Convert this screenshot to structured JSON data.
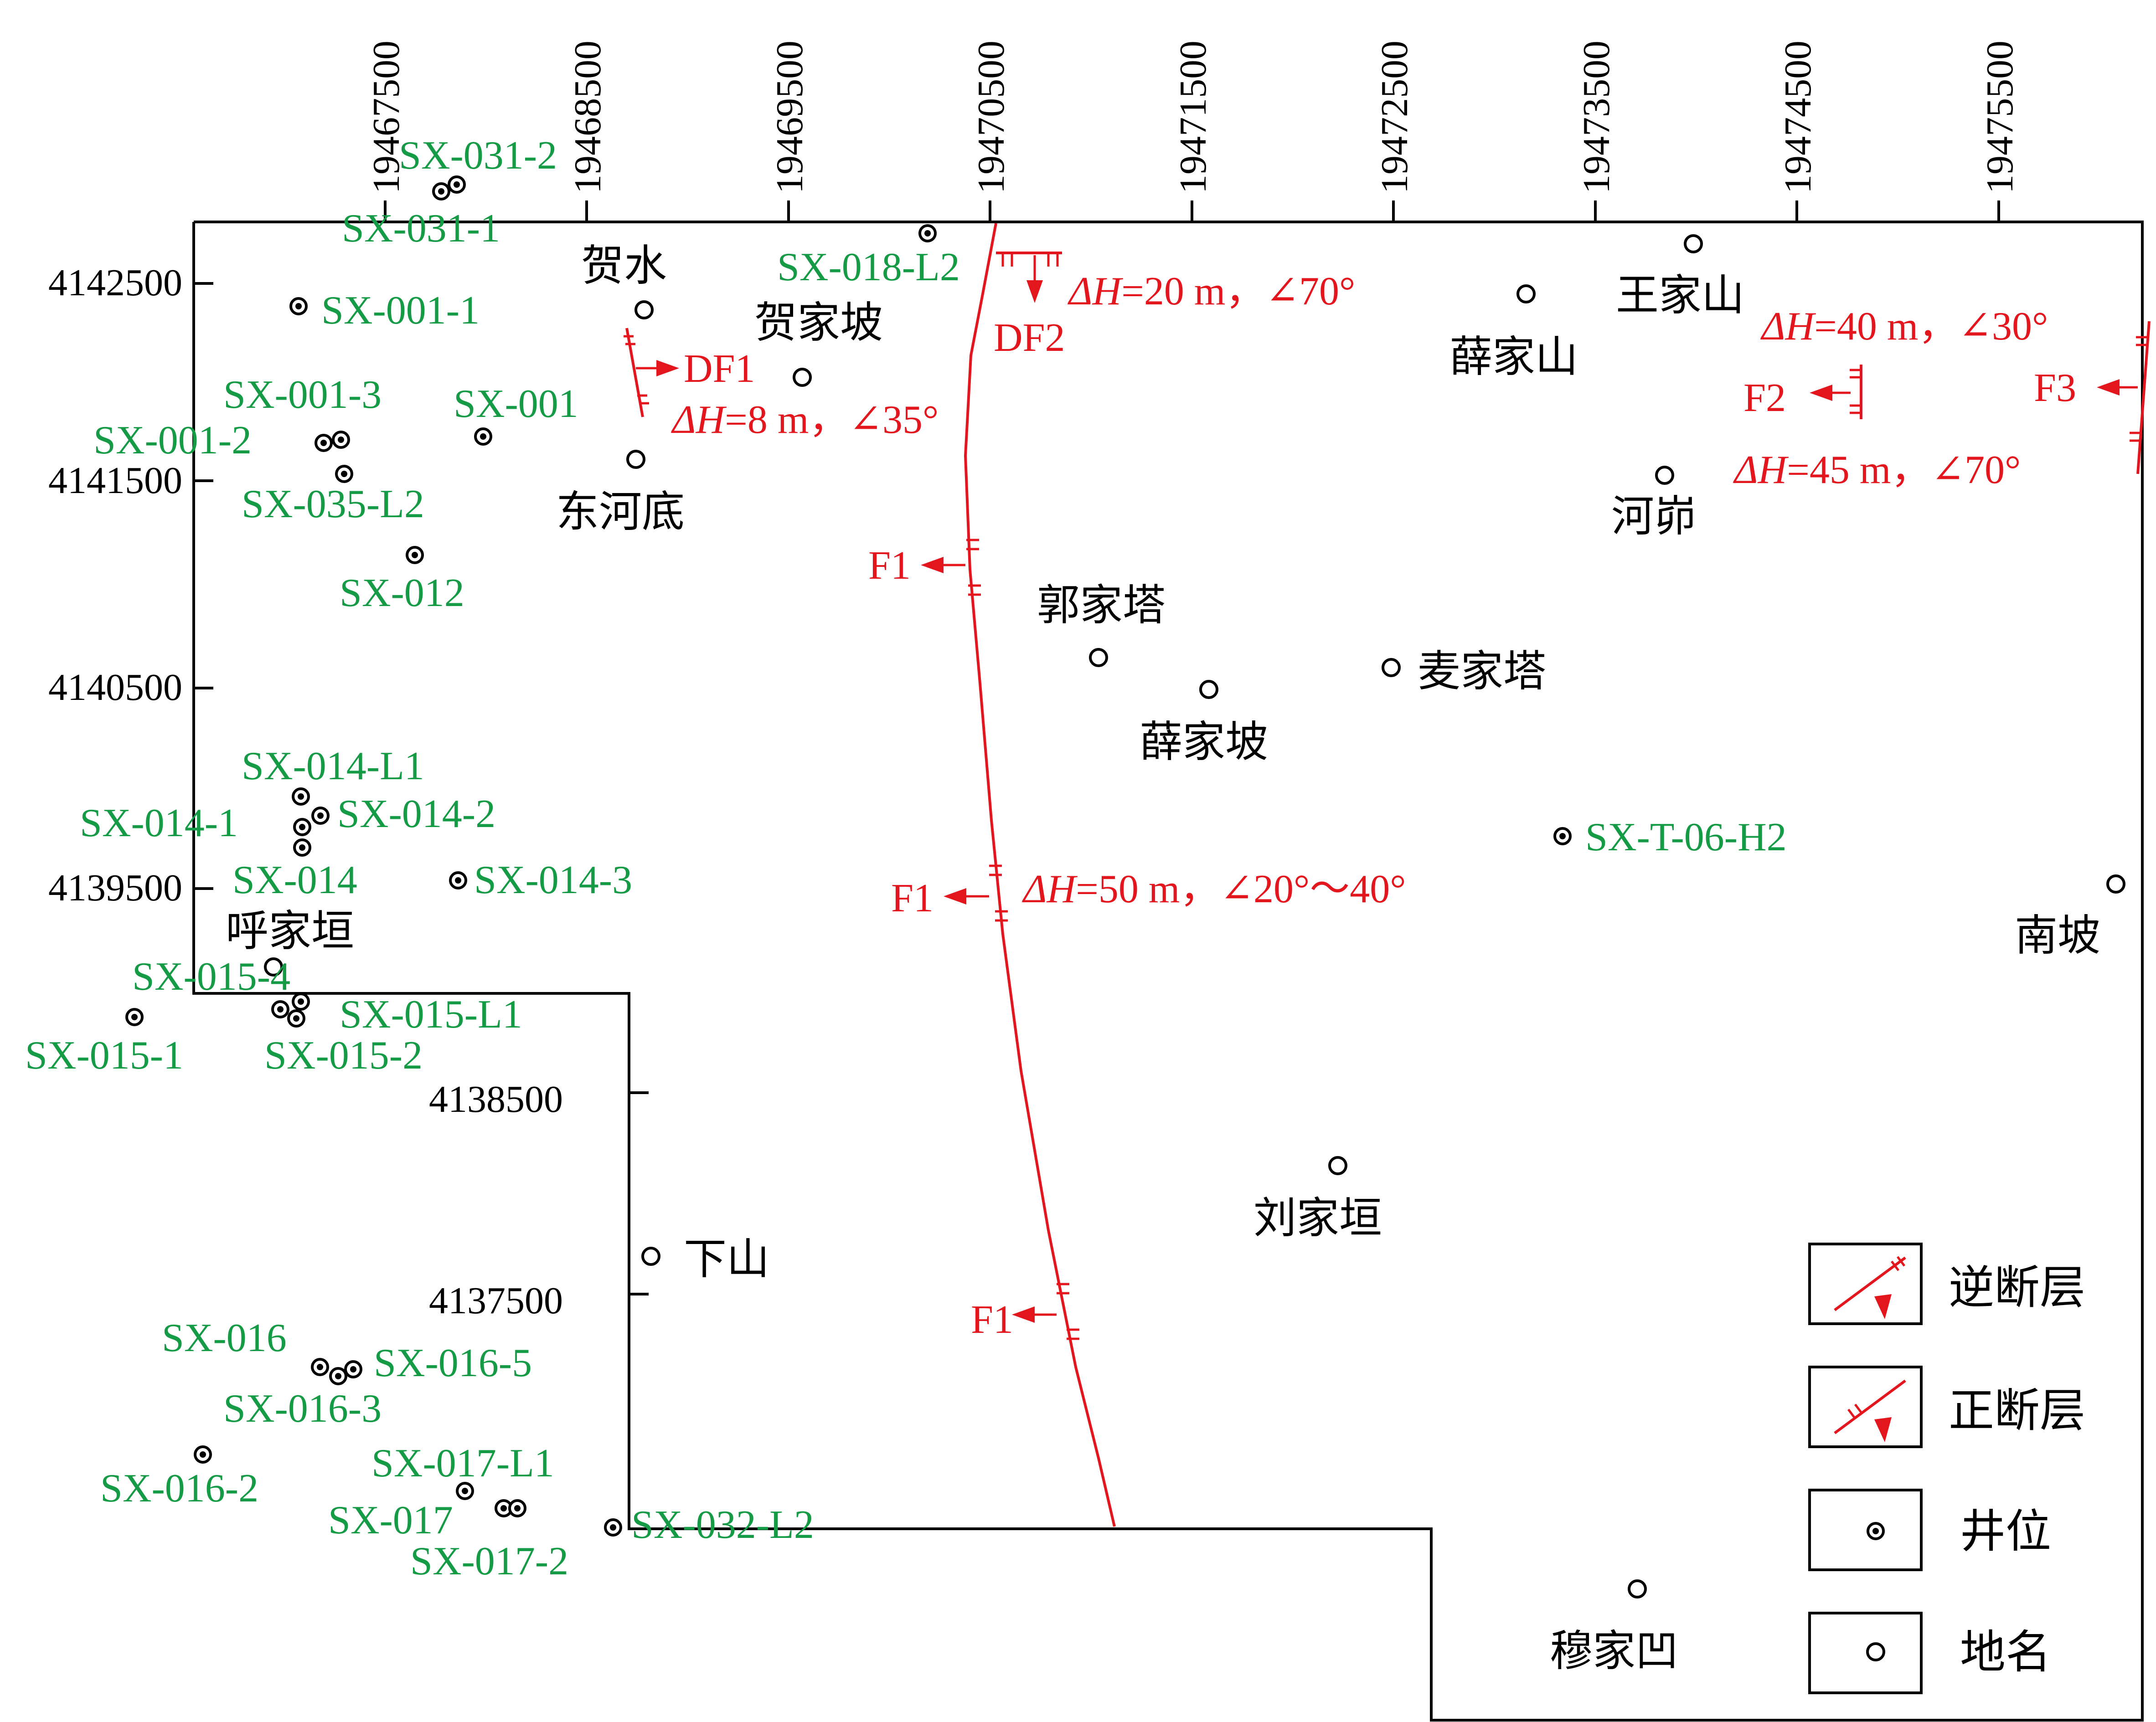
{
  "axes": {
    "x_ticks": [
      "19467500",
      "19468500",
      "19469500",
      "19470500",
      "19471500",
      "19472500",
      "19473500",
      "19474500",
      "19475500"
    ],
    "y_ticks": [
      "4142500",
      "4141500",
      "4140500",
      "4139500",
      "4138500",
      "4137500"
    ]
  },
  "places": [
    "贺水",
    "贺家坡",
    "东河底",
    "郭家塔",
    "薛家坡",
    "麦家塔",
    "薛家山",
    "王家山",
    "河峁",
    "南坡",
    "呼家垣",
    "下山",
    "刘家垣",
    "穆家凹"
  ],
  "wells": [
    "SX-031-2",
    "SX-031-1",
    "SX-018-L2",
    "SX-001-1",
    "SX-001-3",
    "SX-001",
    "SX-001-2",
    "SX-035-L2",
    "SX-012",
    "SX-014-L1",
    "SX-014-1",
    "SX-014-2",
    "SX-014",
    "SX-014-3",
    "SX-T-06-H2",
    "SX-015-4",
    "SX-015-L1",
    "SX-015-1",
    "SX-015-2",
    "SX-016",
    "SX-016-5",
    "SX-016-3",
    "SX-016-2",
    "SX-017-L1",
    "SX-017",
    "SX-017-2",
    "SX-032-L2"
  ],
  "faults": {
    "names": [
      "DF1",
      "DF2",
      "F1",
      "F1",
      "F1",
      "F2",
      "F3"
    ],
    "annotations": {
      "df1": {
        "dh": "ΔH",
        "rest": "=8 m，∠35°"
      },
      "df2": {
        "dh": "ΔH",
        "rest": "=20 m，∠70°"
      },
      "f1": {
        "dh": "ΔH",
        "rest": "=50 m，∠20°～40°"
      },
      "f2": {
        "dh": "ΔH",
        "rest": "=45 m，∠70°"
      },
      "f3": {
        "dh": "ΔH",
        "rest": "=40 m，∠30°"
      }
    }
  },
  "legend": {
    "reverse_fault": "逆断层",
    "normal_fault": "正断层",
    "well": "井位",
    "place": "地名"
  },
  "colors": {
    "well_label": "#159a46",
    "fault": "#e3161e",
    "text": "#000000"
  },
  "icons": [
    "well-icon",
    "place-icon",
    "fault-arrow-icon"
  ]
}
